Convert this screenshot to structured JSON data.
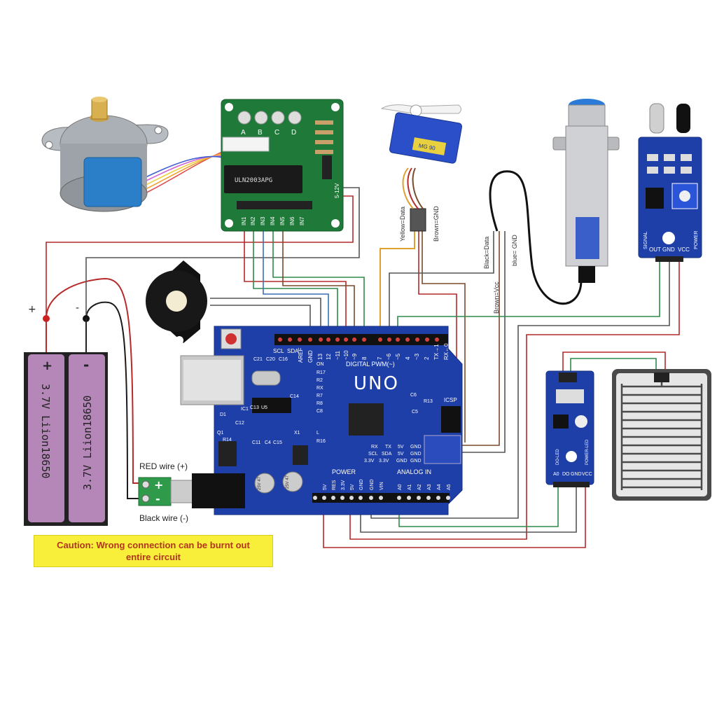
{
  "colors": {
    "board_blue": "#1f3fa8",
    "board_dark": "#162f80",
    "driver_green": "#1f7a3a",
    "battery_pink": "#b487b8",
    "wire_red": "#b52a2a",
    "wire_black": "#1a1a1a",
    "wire_green": "#2f8a4a",
    "wire_blue": "#3a6fb5",
    "wire_orange": "#e0a030",
    "wire_brown": "#7a4a2a",
    "wire_gray": "#777777",
    "caution_bg": "#f8ef3b"
  },
  "battery": {
    "cell1_label": "3.7V Liion18650",
    "cell2_label": "3.7V Liion18650",
    "plus_sign": "+",
    "minus_sign": "-",
    "term_plus": "+",
    "term_minus": "-"
  },
  "power_jack": {
    "red_wire_label": "RED wire (+)",
    "black_wire_label": "Black wire (-)",
    "plus": "+",
    "minus": "-"
  },
  "caution": {
    "line1": "Caution: Wrong connection can be burnt out",
    "line2": "entire circuit"
  },
  "driver": {
    "led_labels": [
      "A",
      "B",
      "C",
      "D"
    ],
    "chip_label": "ULN2003APG",
    "pin_labels": [
      "IN1",
      "IN2",
      "IN3",
      "IN4",
      "IN5",
      "IN6",
      "IN7"
    ],
    "power_label": "5-12V"
  },
  "servo": {
    "label": "MG 90",
    "yellow_label": "Yellow=Data",
    "brown_label": "Brown=GND"
  },
  "proximity": {
    "black_label": "Black=Data",
    "brown_label": "Brown=Vcc",
    "blue_label": "blue= GND"
  },
  "ir_sensor": {
    "pin_labels": [
      "OUT",
      "GND",
      "VCC"
    ],
    "signal_label": "SIGNAL",
    "power_label": "POWER"
  },
  "rain_module": {
    "pin_labels": [
      "A0",
      "DO",
      "GND",
      "VCC"
    ],
    "do_led": "DO-LED",
    "power_led": "POWER-LED"
  },
  "arduino": {
    "title": "UNO",
    "digital_label": "DIGITAL PWM(~)",
    "power_label": "POWER",
    "analog_label": "ANALOG IN",
    "digital_pins": [
      "13",
      "12",
      "~11",
      "~10",
      "~9",
      "8",
      "7",
      "~6",
      "~5",
      "4",
      "~3",
      "2",
      "TX→1",
      "RX←0"
    ],
    "header_top_left": [
      "SCL",
      "SDA",
      "AREF",
      "GND"
    ],
    "power_pins": [
      "5V",
      "RES",
      "3.3V",
      "5V",
      "GND",
      "GND",
      "VIN"
    ],
    "analog_pins": [
      "A0",
      "A1",
      "A2",
      "A3",
      "A4",
      "A5"
    ],
    "icsp_label": "ICSP",
    "bottom_row1": [
      "RX",
      "TX",
      "5V",
      "GND"
    ],
    "bottom_row2": [
      "SCL",
      "SDA",
      "5V",
      "GND"
    ],
    "bottom_row3": [
      "3.3V",
      "3.3V",
      "GND",
      "GND"
    ],
    "component_labels": [
      "C21",
      "C20",
      "C16",
      "ON",
      "R17",
      "R2",
      "RX",
      "R7",
      "R8",
      "C8",
      "R16",
      "C6",
      "R13",
      "C5",
      "X1",
      "L",
      "C14",
      "IC1",
      "C12",
      "R14",
      "C11",
      "C4",
      "C13",
      "U5",
      "C15",
      "D1",
      "Q1"
    ],
    "cap_labels": [
      "25V 47",
      "25V 47"
    ]
  }
}
